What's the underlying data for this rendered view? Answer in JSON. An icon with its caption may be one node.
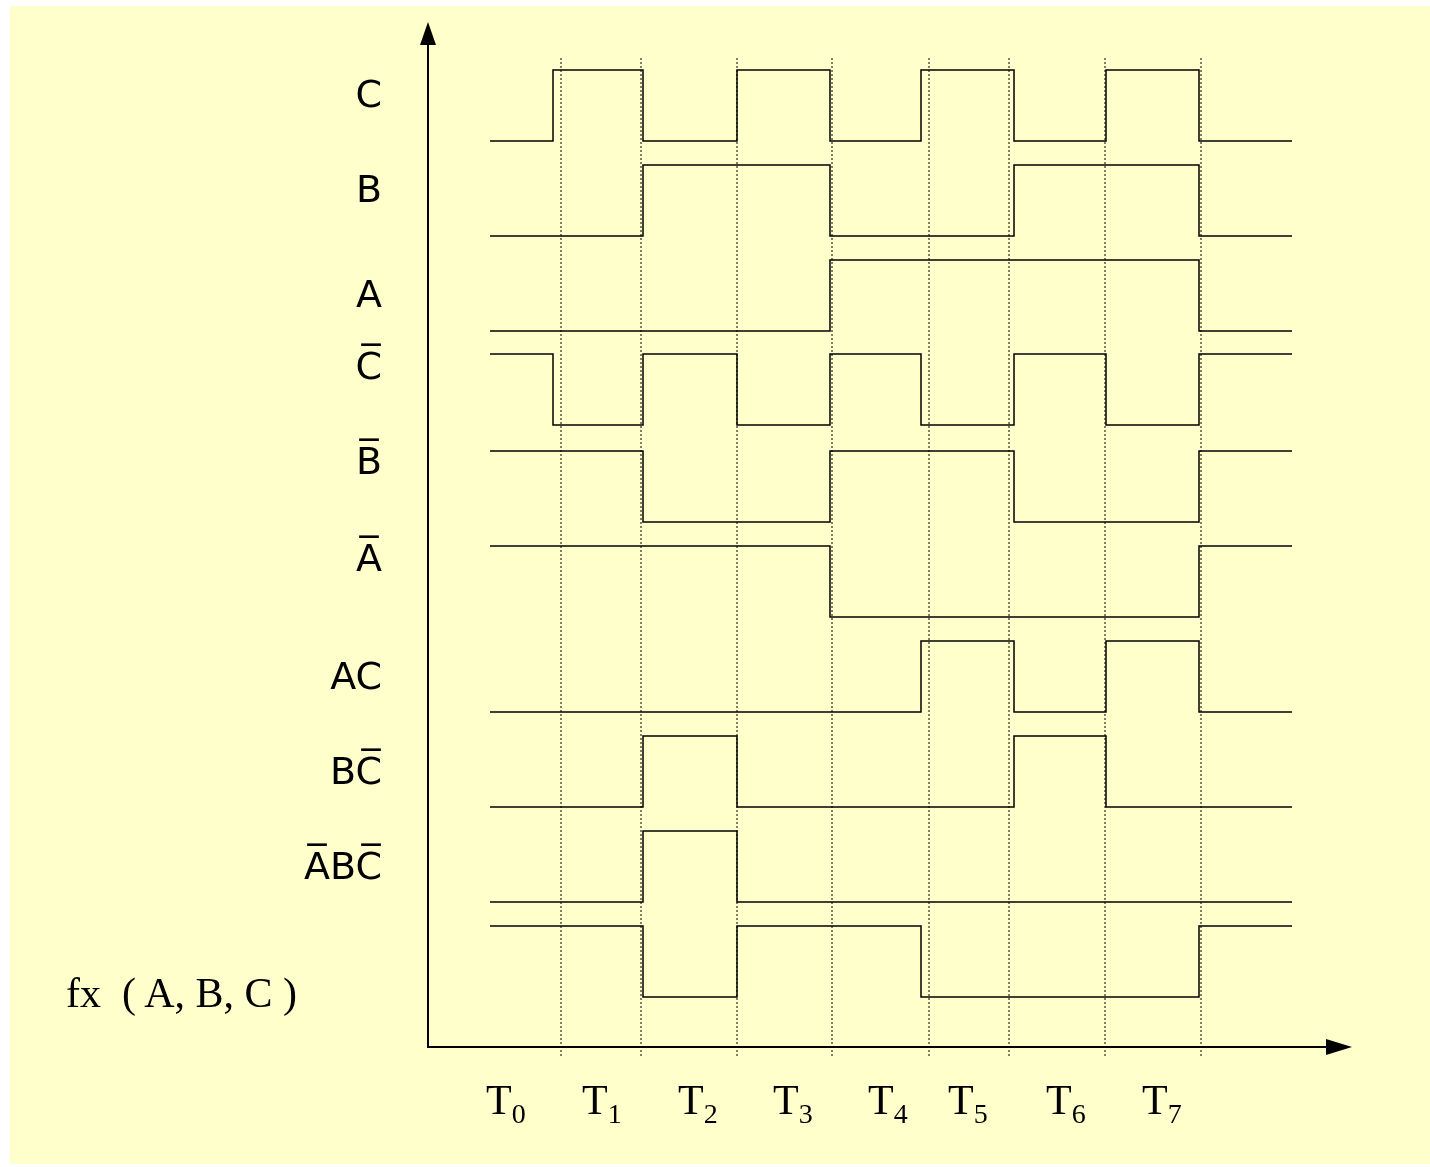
{
  "diagram": {
    "labels": [
      "C",
      "B",
      "A",
      "C̅",
      "B̅",
      "A̅",
      "AC",
      "BC̅",
      "A̅BC̅",
      "fx  ( A, B, C )",
      "T$_{0}$",
      "T$_{1}$",
      "T$_{2}$",
      "T$_{3}$",
      "T$_{4}$",
      "T$_{5}$",
      "T$_{6}$",
      "T$_{7}$"
    ]
  }
}
